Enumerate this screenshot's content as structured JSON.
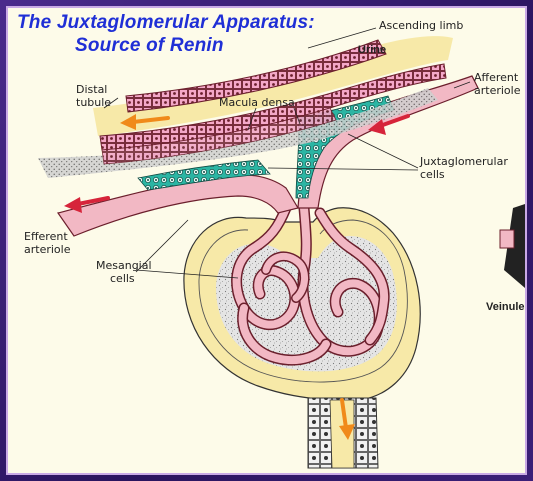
{
  "title": {
    "line1": "The Juxtaglomerular Apparatus:",
    "line2": "Source of Renin"
  },
  "labels": {
    "ascending_limb": "Ascending limb",
    "urine": "Urine",
    "distal_tubule_1": "Distal",
    "distal_tubule_2": "tubule",
    "macula_densa": "Macula densa",
    "afferent_1": "Afferent",
    "afferent_2": "arteriole",
    "juxtaglomerular_1": "Juxtaglomerular",
    "juxtaglomerular_2": "cells",
    "efferent_1": "Efferent",
    "efferent_2": "arteriole",
    "mesangial_1": "Mesangial",
    "mesangial_2": "cells",
    "venule": "Veinule"
  },
  "colors": {
    "title": "#1f2fd6",
    "capsule_fill": "#f7e9a8",
    "vessel_fill": "#f2b8c4",
    "vessel_outline": "#6b1f2c",
    "tubule_cells": "#f4a8c8",
    "jg_cells": "#2bb5a3",
    "flow_arrow_red": "#d6243a",
    "flow_arrow_orange": "#f08a1a"
  }
}
